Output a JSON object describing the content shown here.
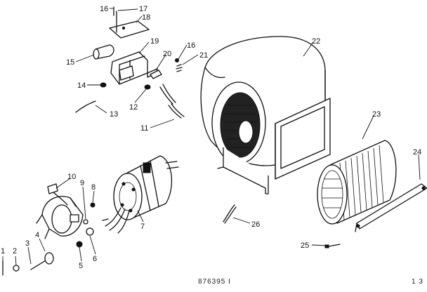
{
  "callouts": [
    "1",
    "2",
    "3",
    "4",
    "5",
    "6",
    "7",
    "8",
    "9",
    "10",
    "11",
    "12",
    "13",
    "14",
    "15",
    "16",
    "16",
    "17",
    "18",
    "19",
    "20",
    "21",
    "22",
    "23",
    "24",
    "25",
    "26"
  ],
  "footer": {
    "code": "876395 I",
    "page": "1 3"
  },
  "colors": {
    "ink": "#111111",
    "paper": "#ffffff"
  }
}
